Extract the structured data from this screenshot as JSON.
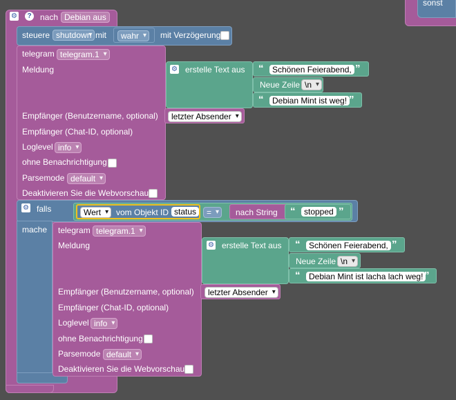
{
  "top_right": {
    "else_label": "sonst"
  },
  "trigger": {
    "prefix": "nach",
    "device": "Debian aus"
  },
  "control": {
    "label": "steuere",
    "object": "shutdown",
    "with_label": "mit",
    "value": "wahr",
    "delay_label": "mit Verzögerung"
  },
  "telegram1": {
    "label": "telegram",
    "instance": "telegram.1",
    "message_label": "Meldung",
    "text_block": {
      "label": "erstelle Text aus",
      "line1": "Schönen Feierabend,",
      "newline_label": "Neue Zeile",
      "newline_value": "\\n",
      "line2": "Debian Mint ist weg!"
    },
    "recipient_user_label": "Empfänger (Benutzername, optional)",
    "recipient_user_value": "letzter Absender",
    "recipient_chat_label": "Empfänger (Chat-ID, optional)",
    "loglevel_label": "Loglevel",
    "loglevel_value": "info",
    "silent_label": "ohne Benachrichtigung",
    "parsemode_label": "Parsemode",
    "parsemode_value": "default",
    "disable_preview_label": "Deaktivieren Sie die Webvorschau"
  },
  "if_block": {
    "if_label": "falls",
    "do_label": "mache",
    "condition": {
      "value_dd": "Wert",
      "object_label": "vom Objekt ID",
      "object_id": "status",
      "operator": "=",
      "to_string_label": "nach String",
      "string": "stopped"
    }
  },
  "telegram2": {
    "label": "telegram",
    "instance": "telegram.1",
    "message_label": "Meldung",
    "text_block": {
      "label": "erstelle Text aus",
      "line1": "Schönen Feierabend,",
      "newline_label": "Neue Zeile",
      "newline_value": "\\n",
      "line2": "Debian Mint ist lacha lach weg!"
    },
    "recipient_user_label": "Empfänger (Benutzername, optional)",
    "recipient_user_value": "letzter Absender",
    "recipient_chat_label": "Empfänger (Chat-ID, optional)",
    "loglevel_label": "Loglevel",
    "loglevel_value": "info",
    "silent_label": "ohne Benachrichtigung",
    "parsemode_label": "Parsemode",
    "parsemode_value": "default",
    "disable_preview_label": "Deaktivieren Sie die Webvorschau"
  }
}
